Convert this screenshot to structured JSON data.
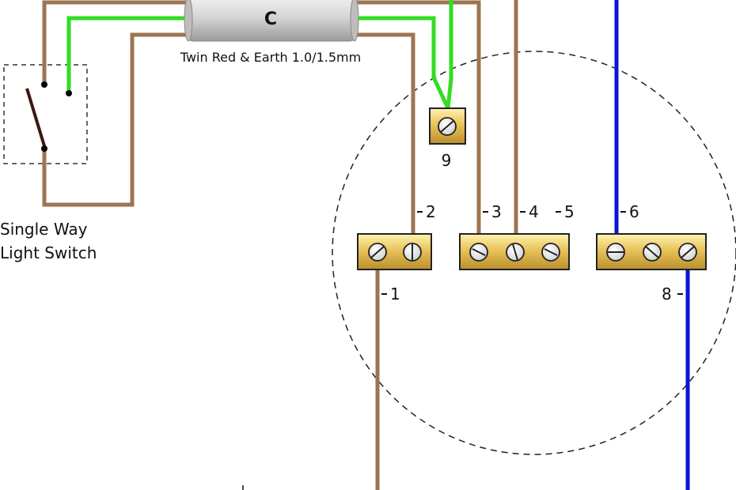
{
  "cable": {
    "letter": "C",
    "label": "Twin Red & Earth 1.0/1.5mm"
  },
  "switch": {
    "label_line1": "Single Way",
    "label_line2": "Light Switch"
  },
  "terminals": {
    "t1": "1",
    "t2": "2",
    "t3": "3",
    "t4": "4",
    "t5": "5",
    "t6": "6",
    "t8": "8",
    "t9": "9"
  },
  "colors": {
    "brown": "#9c7551",
    "green": "#33dd22",
    "blue": "#0a14d8",
    "brass": "#e6c25a",
    "cable": "#c9c9c9"
  }
}
